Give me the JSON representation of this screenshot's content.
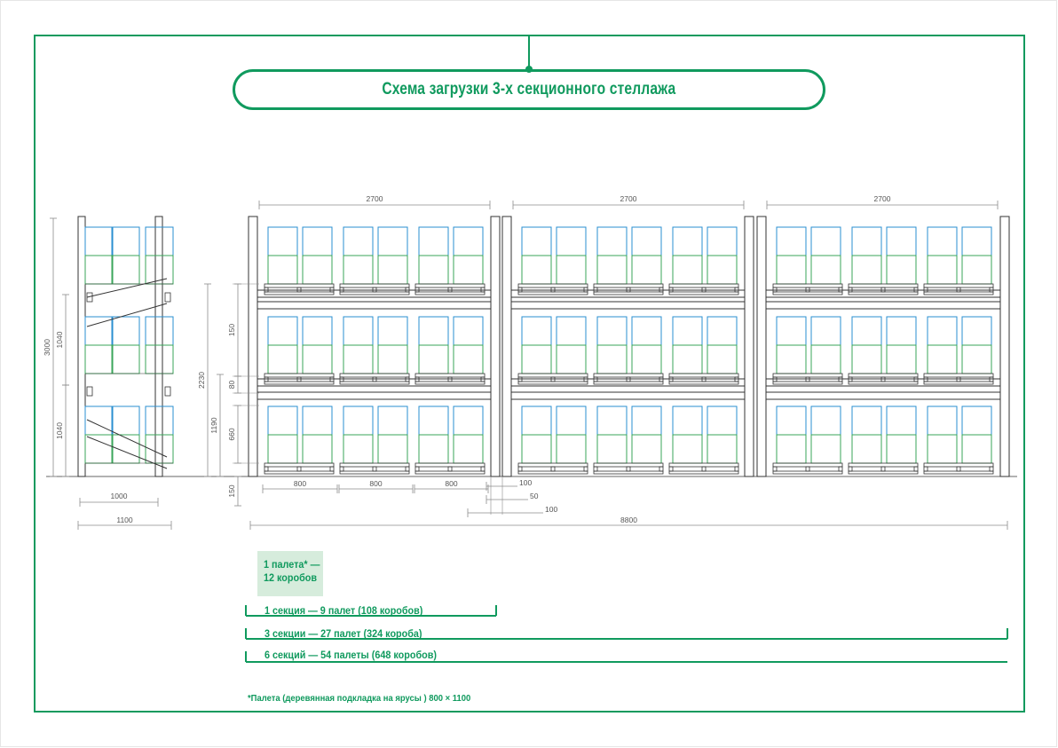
{
  "title": "Схема загрузки 3-х секционного стеллажа",
  "dimensions": {
    "section_width": "2700",
    "total_width": "8800",
    "total_height": "3000",
    "tier_height": "1040",
    "load_height": "2230",
    "level_height": "1190",
    "box_height": "660",
    "beam_height": "80",
    "clearance": "150",
    "floor_clearance": "150",
    "pallet_width": "800",
    "gap_a": "100",
    "gap_b": "50",
    "gap_c": "100",
    "depth_inner": "1000",
    "depth_outer": "1100"
  },
  "legend": {
    "line1": "1 палета* —",
    "line2": "12 коробов"
  },
  "summary": [
    "1 секция — 9 палет (108 коробов)",
    "3 секции — 27 палет (324 короба)",
    "6 секций — 54 палеты (648 коробов)"
  ],
  "footnote": "*Палета (деревянная подкладка на ярусы ) 800 × 1100",
  "colors": {
    "accent": "#109a5e",
    "box_top": "#2a8fd0",
    "box_bottom": "#3aa65a",
    "structure": "#333333",
    "dimension": "#8c8c8c",
    "legend_bg": "#d6ecdc"
  }
}
